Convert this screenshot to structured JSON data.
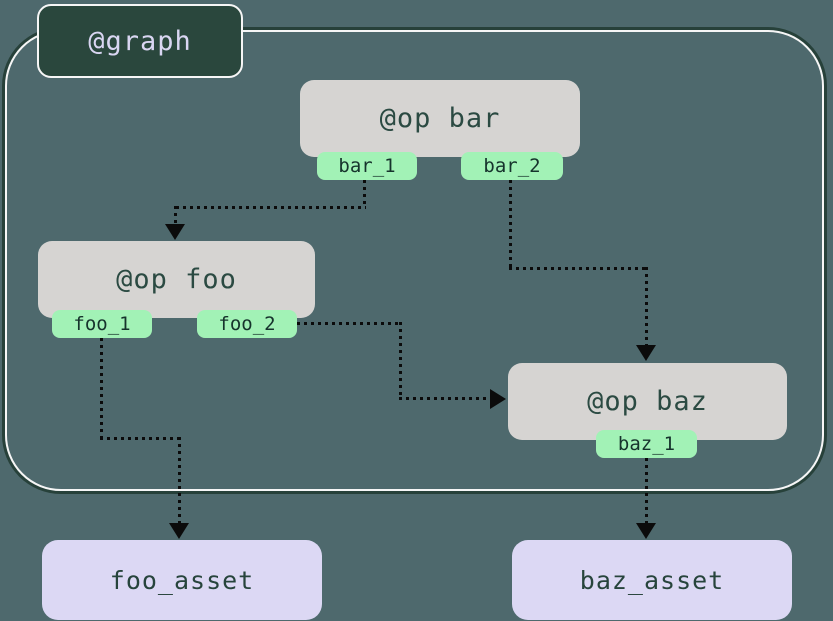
{
  "graph": {
    "label": "@graph"
  },
  "ops": {
    "bar": {
      "label": "@op bar",
      "outputs": [
        "bar_1",
        "bar_2"
      ]
    },
    "foo": {
      "label": "@op foo",
      "outputs": [
        "foo_1",
        "foo_2"
      ]
    },
    "baz": {
      "label": "@op baz",
      "outputs": [
        "baz_1"
      ]
    }
  },
  "assets": {
    "foo": {
      "label": "foo_asset"
    },
    "baz": {
      "label": "baz_asset"
    }
  },
  "edges": [
    {
      "from": "bar_1",
      "to": "@op foo"
    },
    {
      "from": "bar_2",
      "to": "@op baz"
    },
    {
      "from": "foo_2",
      "to": "@op baz"
    },
    {
      "from": "foo_1",
      "to": "foo_asset"
    },
    {
      "from": "baz_1",
      "to": "baz_asset"
    }
  ],
  "colors": {
    "background": "#4e696d",
    "graph_badge_fill": "#2a473d",
    "graph_badge_text": "#d9d6f2",
    "boundary_inner": "#f6f6f6",
    "boundary_outer": "#27413a",
    "op_fill": "#d6d4d2",
    "op_text": "#2b4a42",
    "output_tag_fill": "#a2f2b6",
    "output_tag_text": "#16332c",
    "asset_fill": "#dcd8f4",
    "asset_text": "#27443c",
    "edge": "#0b0b0b"
  }
}
